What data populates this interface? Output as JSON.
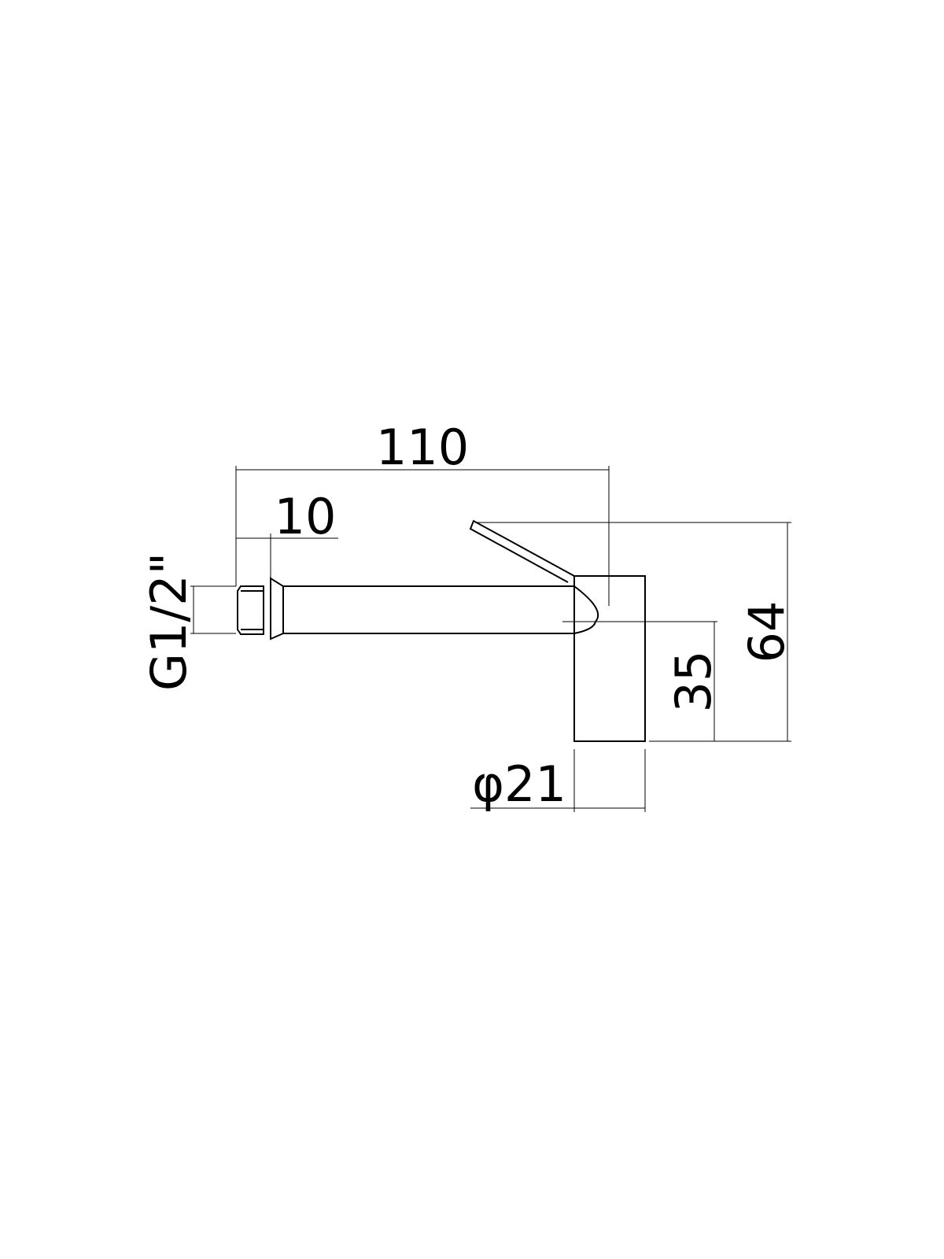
{
  "drawing": {
    "title": "Bidet mixer spout dimensional drawing",
    "dimensions": {
      "overall_length": "110",
      "thread_length": "10",
      "thread_size": "G1/2\"",
      "spout_height": "35",
      "overall_height": "64",
      "body_diameter": "φ21"
    },
    "line_color": "#000000",
    "background": "#ffffff"
  }
}
